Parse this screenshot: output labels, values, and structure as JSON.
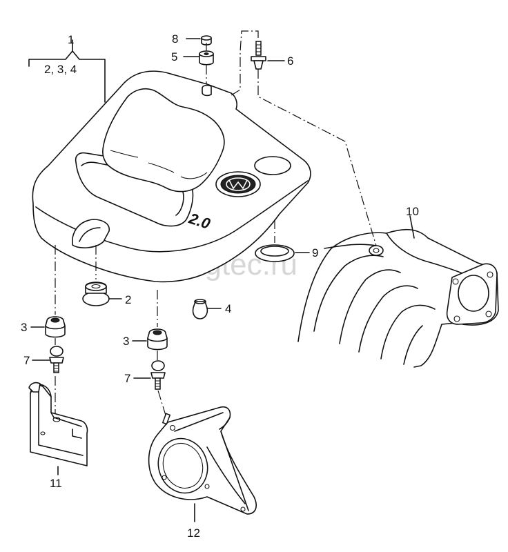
{
  "watermark": "vagtec.ru",
  "cover_marking": "2.0",
  "callouts": {
    "c1": "1",
    "c1_sub": "2, 3, 4",
    "c2": "2",
    "c3a": "3",
    "c3b": "3",
    "c4": "4",
    "c5": "5",
    "c6": "6",
    "c7a": "7",
    "c7b": "7",
    "c8": "8",
    "c9": "9",
    "c10": "10",
    "c11": "11",
    "c12": "12"
  }
}
